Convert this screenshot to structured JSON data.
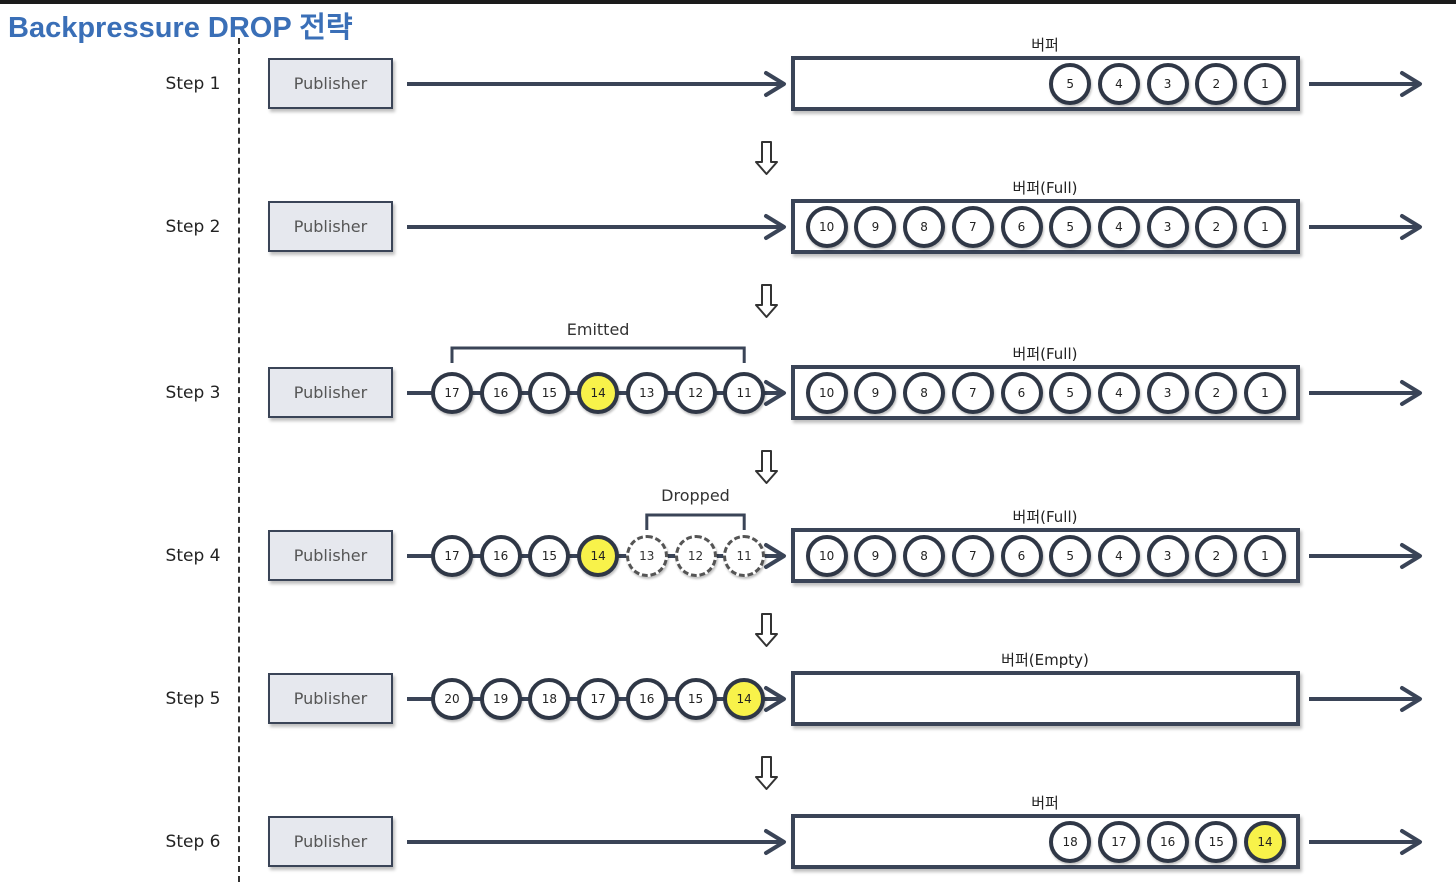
{
  "title": "Backpressure DROP 전략",
  "publisher_label": "Publisher",
  "steps": [
    {
      "label": "Step 1",
      "buffer_label": "버퍼",
      "buffer_items": [
        "5",
        "4",
        "3",
        "2",
        "1"
      ],
      "stream_items": [],
      "highlight": []
    },
    {
      "label": "Step 2",
      "buffer_label": "버퍼(Full)",
      "buffer_items": [
        "10",
        "9",
        "8",
        "7",
        "6",
        "5",
        "4",
        "3",
        "2",
        "1"
      ],
      "stream_items": [],
      "highlight": []
    },
    {
      "label": "Step 3",
      "buffer_label": "버퍼(Full)",
      "buffer_items": [
        "10",
        "9",
        "8",
        "7",
        "6",
        "5",
        "4",
        "3",
        "2",
        "1"
      ],
      "stream_items": [
        "17",
        "16",
        "15",
        "14",
        "13",
        "12",
        "11"
      ],
      "highlight": [
        "14"
      ],
      "bracket_label": "Emitted",
      "bracket_from": 0,
      "bracket_to": 6
    },
    {
      "label": "Step 4",
      "buffer_label": "버퍼(Full)",
      "buffer_items": [
        "10",
        "9",
        "8",
        "7",
        "6",
        "5",
        "4",
        "3",
        "2",
        "1"
      ],
      "stream_items": [
        "17",
        "16",
        "15",
        "14",
        "13",
        "12",
        "11"
      ],
      "highlight": [
        "14"
      ],
      "dropped": [
        "13",
        "12",
        "11"
      ],
      "bracket_label": "Dropped",
      "bracket_from": 4,
      "bracket_to": 6
    },
    {
      "label": "Step 5",
      "buffer_label": "버퍼(Empty)",
      "buffer_items": [],
      "stream_items": [
        "20",
        "19",
        "18",
        "17",
        "16",
        "15",
        "14"
      ],
      "highlight": [
        "14"
      ]
    },
    {
      "label": "Step 6",
      "buffer_label": "버퍼",
      "buffer_items": [
        "18",
        "17",
        "16",
        "15",
        "14"
      ],
      "stream_items": [],
      "highlight": [
        "14"
      ]
    }
  ],
  "colors": {
    "title": "#3a6fb7",
    "line": "#3a4457",
    "highlight": "#f8f24a",
    "publisher_fill": "#e6e8ee"
  }
}
